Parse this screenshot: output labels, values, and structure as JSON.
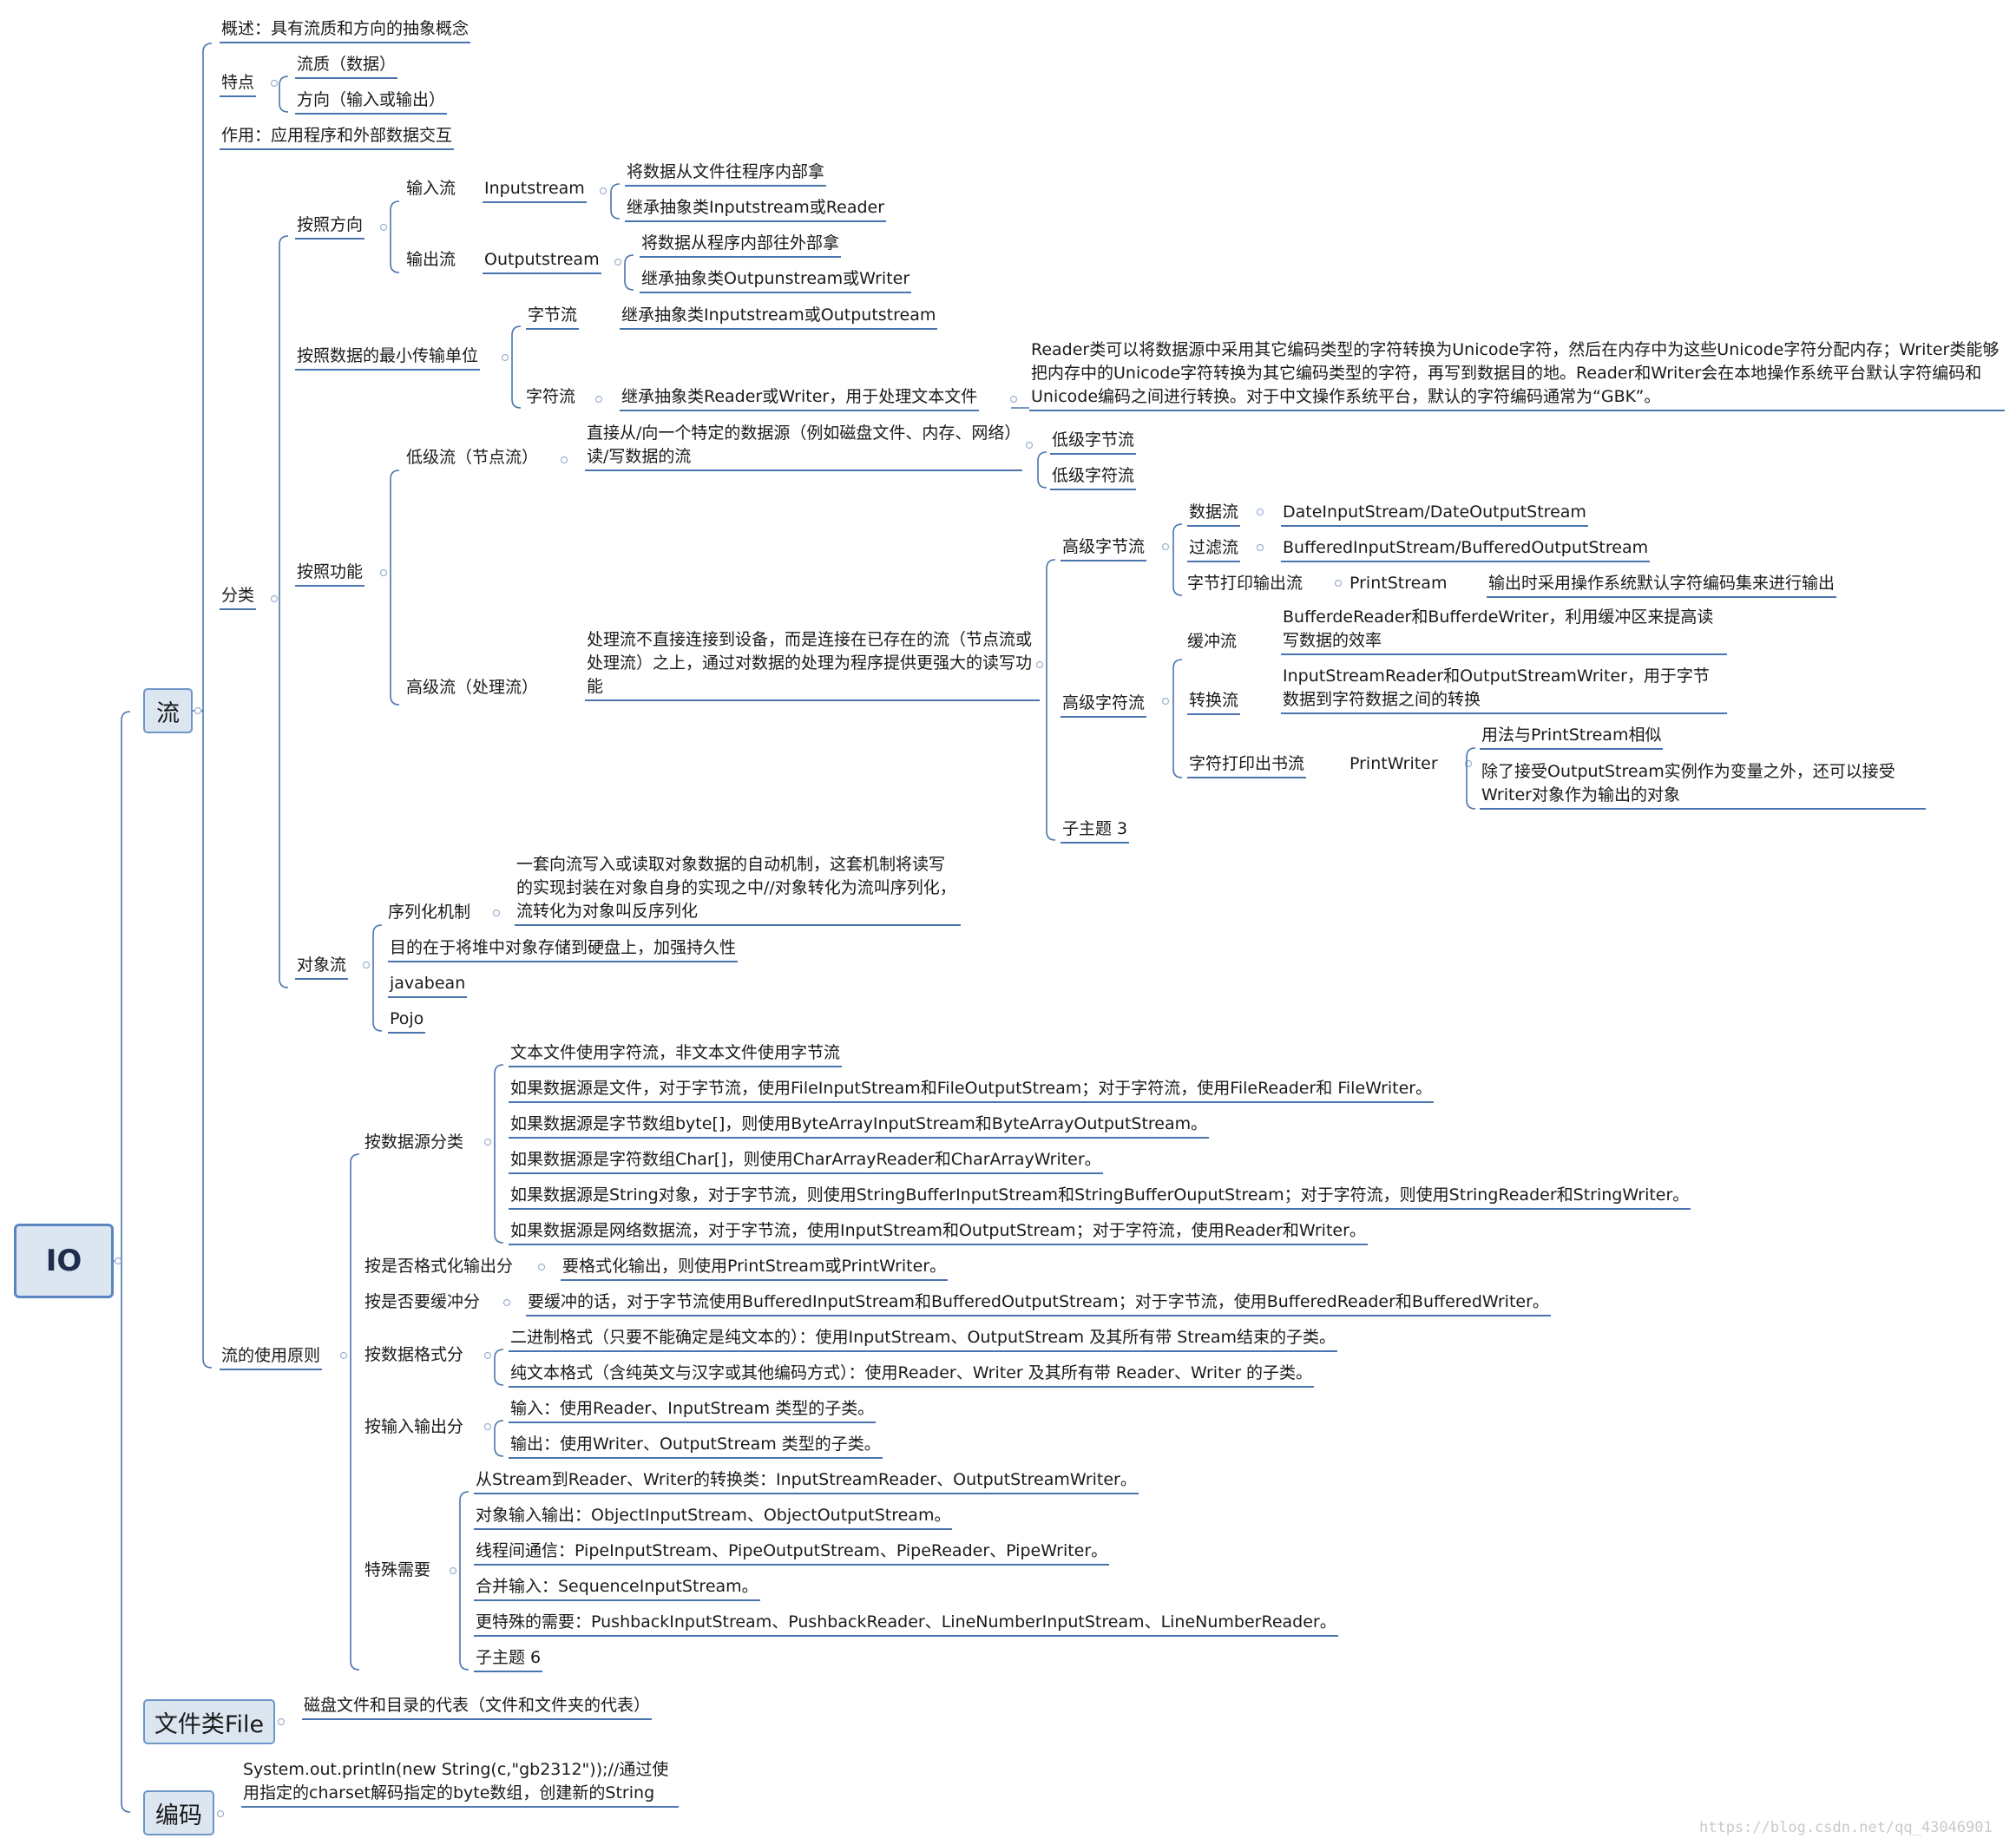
{
  "root": "IO",
  "branches": {
    "stream": "流",
    "file": "文件类File",
    "encoding": "编码"
  },
  "stream": {
    "overview": "概述：具有流质和方向的抽象概念",
    "features": "特点",
    "feature_items": [
      "流质（数据）",
      "方向（输入或输出）"
    ],
    "function": "作用：应用程序和外部数据交互",
    "classify": "分类",
    "by_direction": "按照方向",
    "input": "输入流",
    "input_name": "Inputstream",
    "input_items": [
      "将数据从文件往程序内部拿",
      "继承抽象类Inputstream或Reader"
    ],
    "output": "输出流",
    "output_name": "Outputstream",
    "output_items": [
      "将数据从程序内部往外部拿",
      "继承抽象类Outpunstream或Writer"
    ],
    "by_unit": "按照数据的最小传输单位",
    "byte_stream": "字节流",
    "byte_stream_note": "继承抽象类Inputstream或Outputstream",
    "char_stream": "字符流",
    "char_stream_note": "继承抽象类Reader或Writer，用于处理文本文件",
    "char_stream_detail": "Reader类可以将数据源中采用其它编码类型的字符转换为Unicode字符，然后在内存中为这些Unicode字符分配内存；Writer类能够把内存中的Unicode字符转换为其它编码类型的字符，再写到数据目的地。Reader和Writer会在本地操作系统平台默认字符编码和Unicode编码之间进行转换。对于中文操作系统平台，默认的字符编码通常为“GBK”。",
    "by_function": "按照功能",
    "low_level": "低级流（节点流）",
    "low_level_desc": "直接从/向一个特定的数据源（例如磁盘文件、内存、网络）读/写数据的流",
    "low_byte": "低级字节流",
    "low_char": "低级字符流",
    "high_level": "高级流（处理流）",
    "high_level_desc": "处理流不直接连接到设备，而是连接在已存在的流（节点流或处理流）之上，通过对数据的处理为程序提供更强大的读写功能",
    "high_byte": "高级字节流",
    "data_stream": "数据流",
    "data_stream_cls": "DateInputStream/DateOutputStream",
    "filter_stream": "过滤流",
    "filter_stream_cls": "BufferedInputStream/BufferedOutputStream",
    "byte_print": "字节打印输出流",
    "print_stream": "PrintStream",
    "print_stream_note": "输出时采用操作系统默认字符编码集来进行输出",
    "high_char": "高级字符流",
    "buffer_stream": "缓冲流",
    "buffer_stream_note": "BufferdeReader和BufferdeWriter，利用缓冲区来提高读写数据的效率",
    "convert_stream": "转换流",
    "convert_stream_note": "InputStreamReader和OutputStreamWriter，用于字节数据到字符数据之间的转换",
    "char_print": "字符打印出书流",
    "print_writer": "PrintWriter",
    "print_writer_items": [
      "用法与PrintStream相似",
      "除了接受OutputStream实例作为变量之外，还可以接受Writer对象作为输出的对象"
    ],
    "subtopic3": "子主题 3",
    "object_stream": "对象流",
    "serialization": "序列化机制",
    "serialization_desc": "一套向流写入或读取对象数据的自动机制，这套机制将读写的实现封装在对象自身的实现之中//对象转化为流叫序列化，流转化为对象叫反序列化",
    "object_purpose": "目的在于将堆中对象存储到硬盘上，加强持久性",
    "javabean": "javabean",
    "pojo": "Pojo",
    "principles": "流的使用原则",
    "by_source": "按数据源分类",
    "source_items": [
      "文本文件使用字符流，非文本文件使用字节流",
      "如果数据源是文件，对于字节流，使用FileInputStream和FileOutputStream；对于字符流，使用FileReader和 FileWriter。",
      "如果数据源是字节数组byte[]，则使用ByteArrayInputStream和ByteArrayOutputStream。",
      "如果数据源是字符数组Char[]，则使用CharArrayReader和CharArrayWriter。",
      "如果数据源是String对象，对于字节流，则使用StringBufferInputStream和StringBufferOuputStream；对于字符流，则使用StringReader和StringWriter。",
      "如果数据源是网络数据流，对于字节流，使用InputStream和OutputStream；对于字符流，使用Reader和Writer。"
    ],
    "by_format_output": "按是否格式化输出分",
    "format_output_note": "要格式化输出，则使用PrintStream或PrintWriter。",
    "by_buffer": "按是否要缓冲分",
    "buffer_note": "要缓冲的话，对于字节流使用BufferedInputStream和BufferedOutputStream；对于字节流，使用BufferedReader和BufferedWriter。",
    "by_data_format": "按数据格式分",
    "data_format_items": [
      "二进制格式（只要不能确定是纯文本的）：使用InputStream、OutputStream 及其所有带 Stream结束的子类。",
      "纯文本格式（含纯英文与汉字或其他编码方式）：使用Reader、Writer 及其所有带 Reader、Writer 的子类。"
    ],
    "by_io": "按输入输出分",
    "io_items": [
      "输入：使用Reader、InputStream 类型的子类。",
      "输出：使用Writer、OutputStream 类型的子类。"
    ],
    "special": "特殊需要",
    "special_items": [
      "从Stream到Reader、Writer的转换类：InputStreamReader、OutputStreamWriter。",
      "对象输入输出：ObjectInputStream、ObjectOutputStream。",
      "线程间通信：PipeInputStream、PipeOutputStream、PipeReader、PipeWriter。",
      "合并输入：SequenceInputStream。",
      "更特殊的需要：PushbackInputStream、PushbackReader、LineNumberInputStream、LineNumberReader。",
      "子主题 6"
    ]
  },
  "file": {
    "note": "磁盘文件和目录的代表（文件和文件夹的代表）"
  },
  "encoding": {
    "note": "System.out.println(new String(c,\"gb2312\"));//通过使用指定的charset解码指定的byte数组，创建新的String"
  },
  "watermark": "https://blog.csdn.net/qq_43046901",
  "colors": {
    "line": "#4a74ad",
    "node_fill": "#dce6f1",
    "node_border": "#5a86bf"
  }
}
